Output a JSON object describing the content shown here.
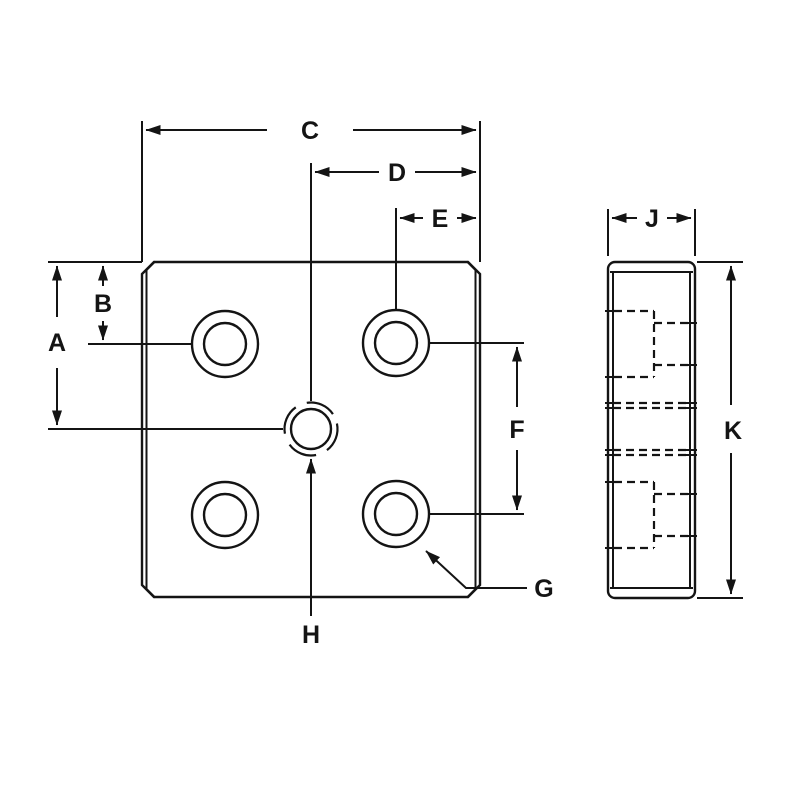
{
  "page": {
    "background_color": "#ffffff",
    "line_color": "#141414"
  },
  "drawing": {
    "kind": "two-view dimension drawing of a base plate with counterbored corner holes and a center tapped hole",
    "labels": {
      "A": "A",
      "B": "B",
      "C": "C",
      "D": "D",
      "E": "E",
      "F": "F",
      "G": "G",
      "H": "H",
      "J": "J",
      "K": "K"
    }
  }
}
